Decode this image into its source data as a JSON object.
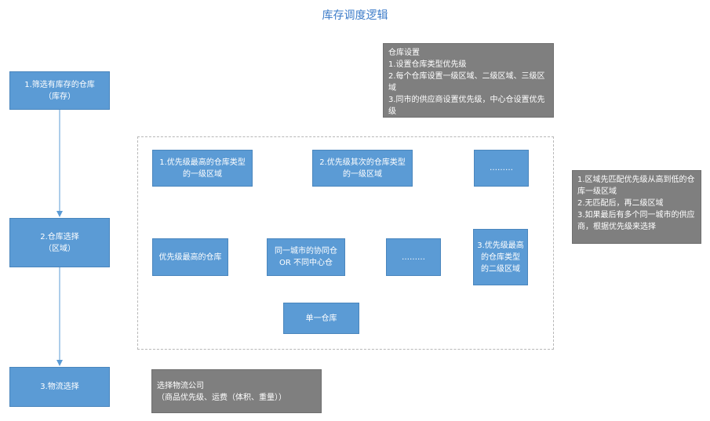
{
  "title": "库存调度逻辑",
  "steps": [
    {
      "label": "1.筛选有库存的仓库\n（库存）"
    },
    {
      "label": "2.仓库选择\n（区域）"
    },
    {
      "label": "3.物流选择"
    }
  ],
  "notes": {
    "warehouse_settings": "仓库设置\n1.设置仓库类型优先级\n2.每个仓库设置一级区域、二级区域、三级区域\n3.同市的供应商设置优先级，中心仓设置优先级",
    "region_rules": "1.区域先匹配优先级从高到低的仓库一级区域\n2.无匹配后，再二级区域\n3.如果最后有多个同一城市的供应商，根据优先级来选择",
    "logistics": "选择物流公司\n（商品优先级、运费（体积、重量））"
  },
  "inner_boxes": {
    "top_priority_region1": "1.优先级最高的仓库类型\n的一级区域",
    "second_priority_region1": "2.优先级其次的仓库类型\n的一级区域",
    "ellipsis_top": "………",
    "top_priority_warehouse": "优先级最高的仓库",
    "same_city": "同一城市的协同仓\nOR  不同中心仓",
    "ellipsis_mid": "………",
    "top_priority_region2": "3.优先级最高\n的仓库类型\n的二级区域",
    "single_warehouse": "单一仓库"
  },
  "colors": {
    "box_blue": "#5b9bd5",
    "note_gray": "#7f7f7f",
    "title": "#3d7cc9"
  }
}
